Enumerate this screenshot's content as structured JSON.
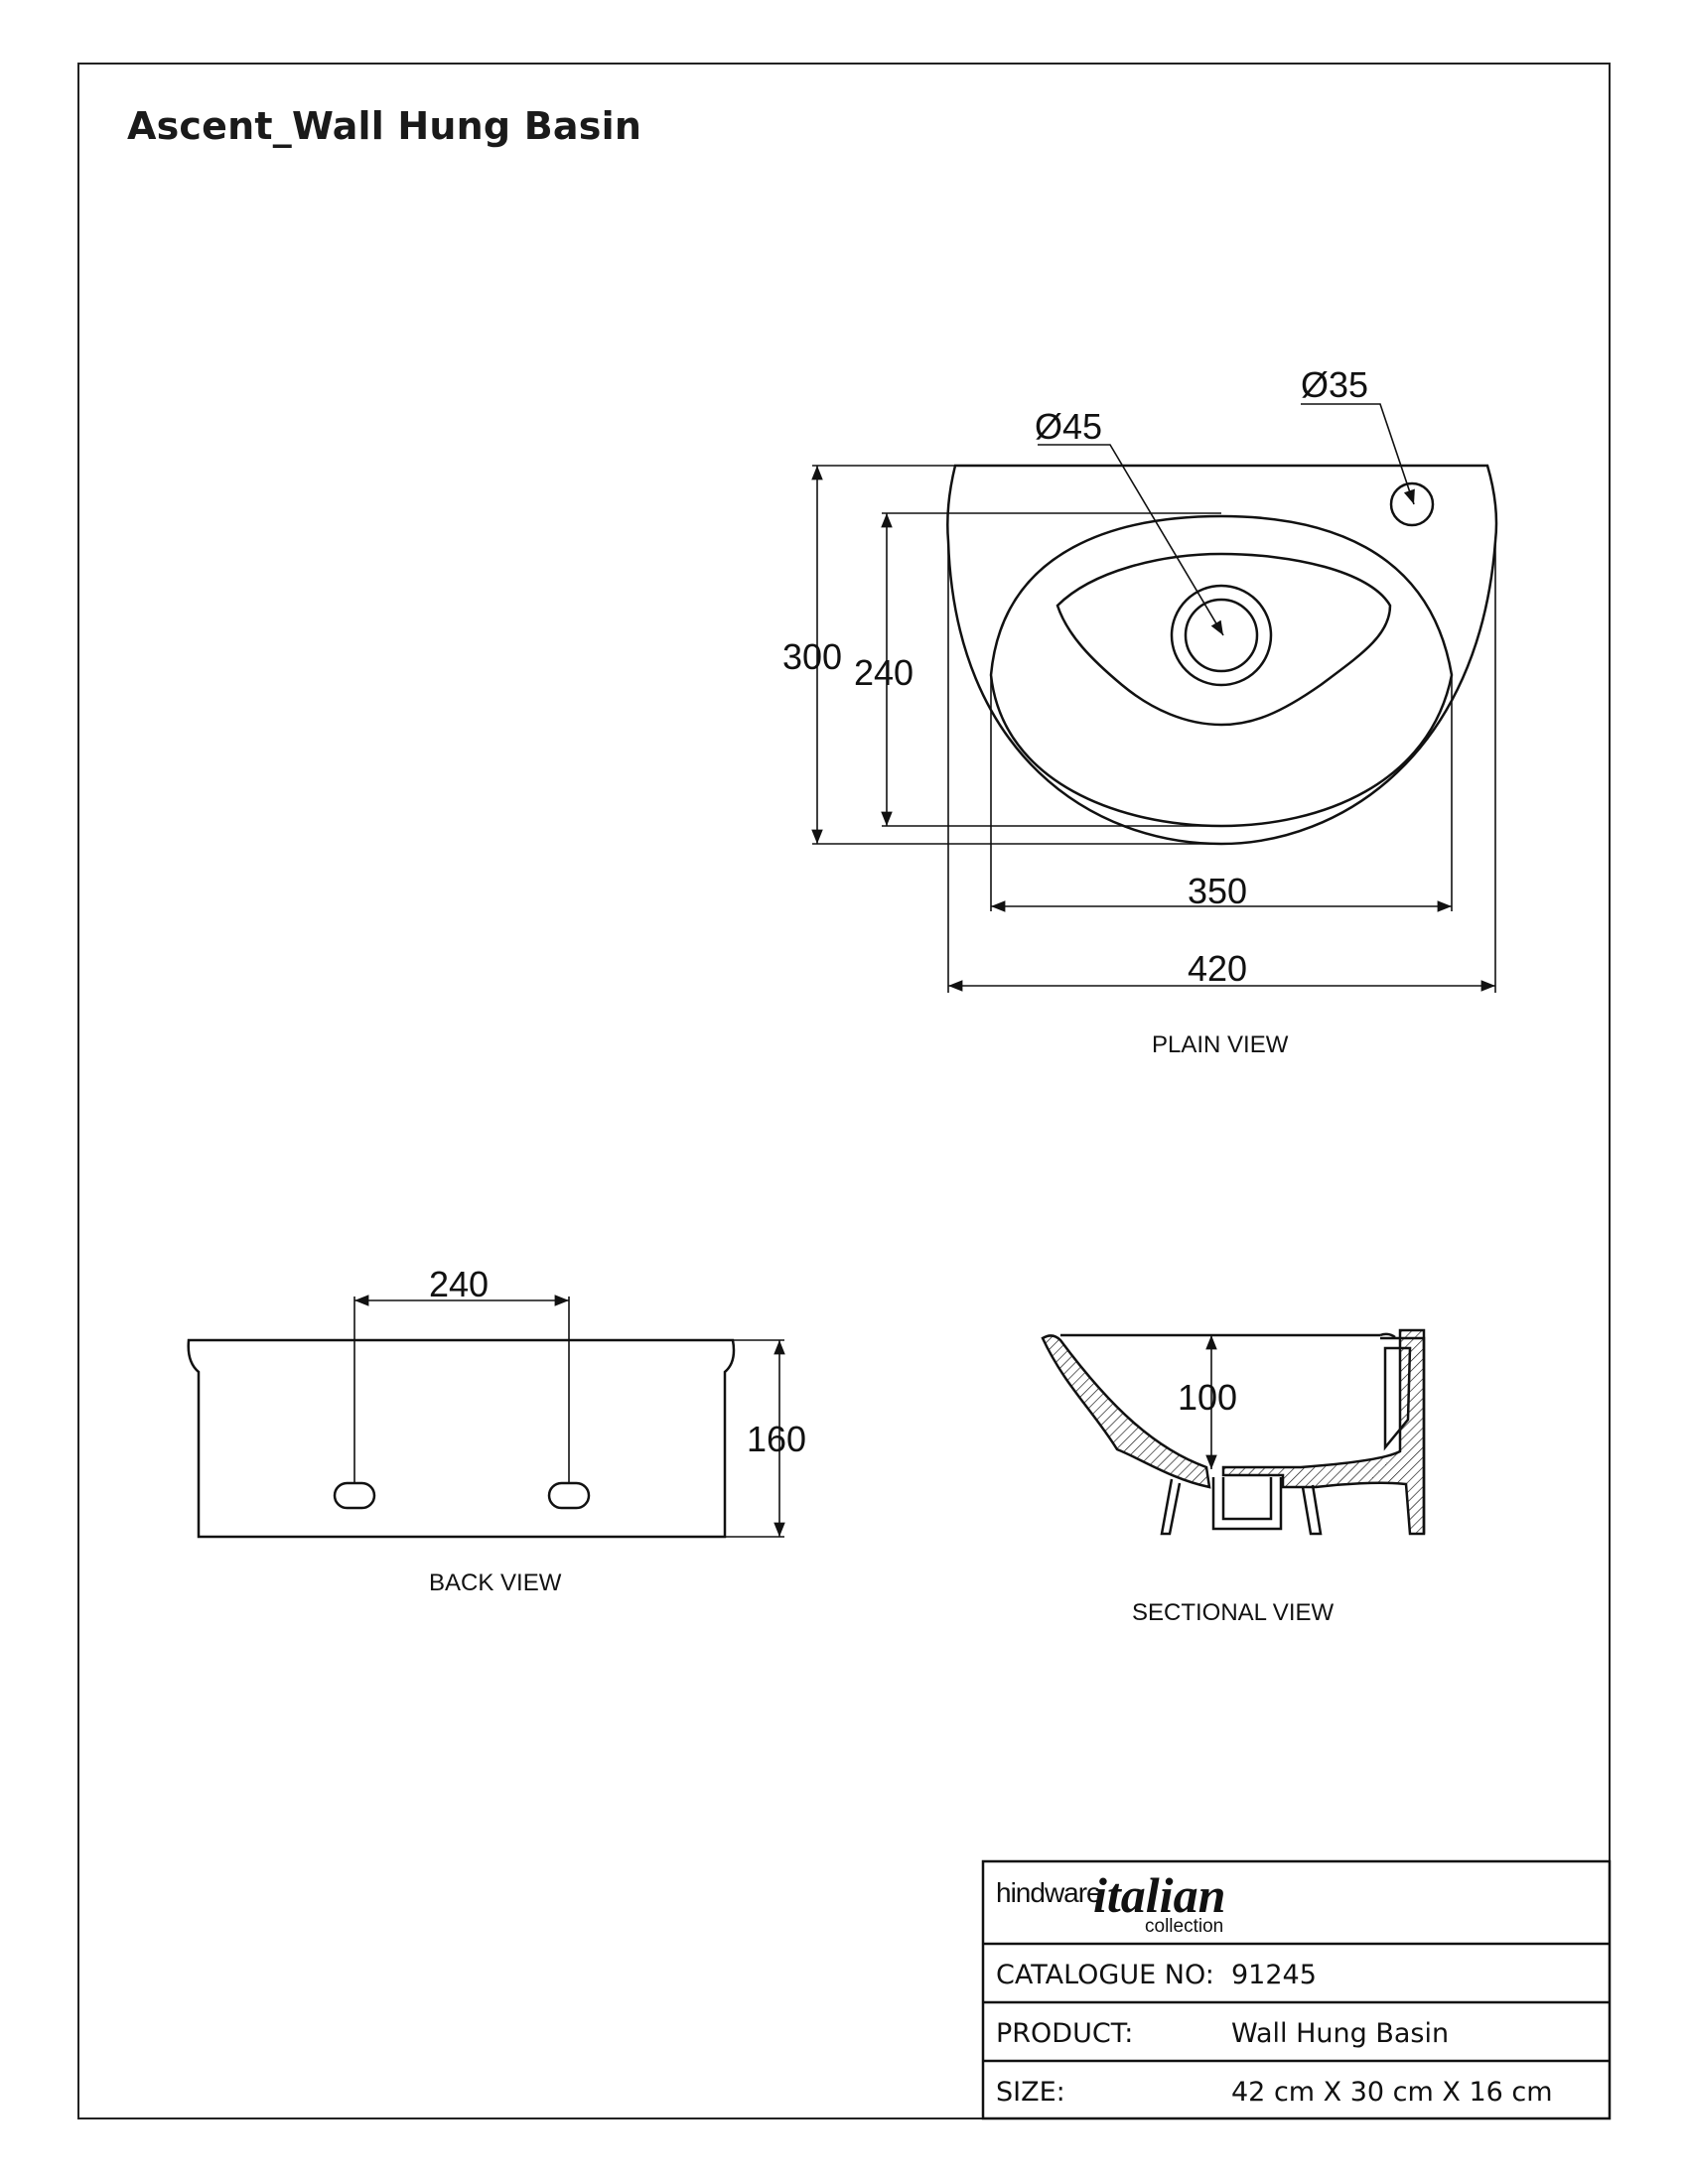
{
  "title": "Ascent_Wall Hung Basin",
  "plain_view": {
    "label": "PLAIN VIEW",
    "dim_drain": "Ø45",
    "dim_tap": "Ø35",
    "dim_depth_total": "300",
    "dim_depth_bowl": "240",
    "dim_width_bowl": "350",
    "dim_width_total": "420"
  },
  "back_view": {
    "label": "BACK VIEW",
    "dim_holes": "240",
    "dim_height": "160"
  },
  "sectional_view": {
    "label": "SECTIONAL VIEW",
    "dim_depth": "100"
  },
  "title_block": {
    "brand": "hindware",
    "brand_script": "italian",
    "brand_sub": "collection",
    "rows": [
      {
        "label": "CATALOGUE NO:",
        "value": "91245"
      },
      {
        "label": "PRODUCT:",
        "value": "Wall Hung Basin"
      },
      {
        "label": "SIZE:",
        "value": "42 cm X 30 cm X 16 cm"
      }
    ]
  }
}
